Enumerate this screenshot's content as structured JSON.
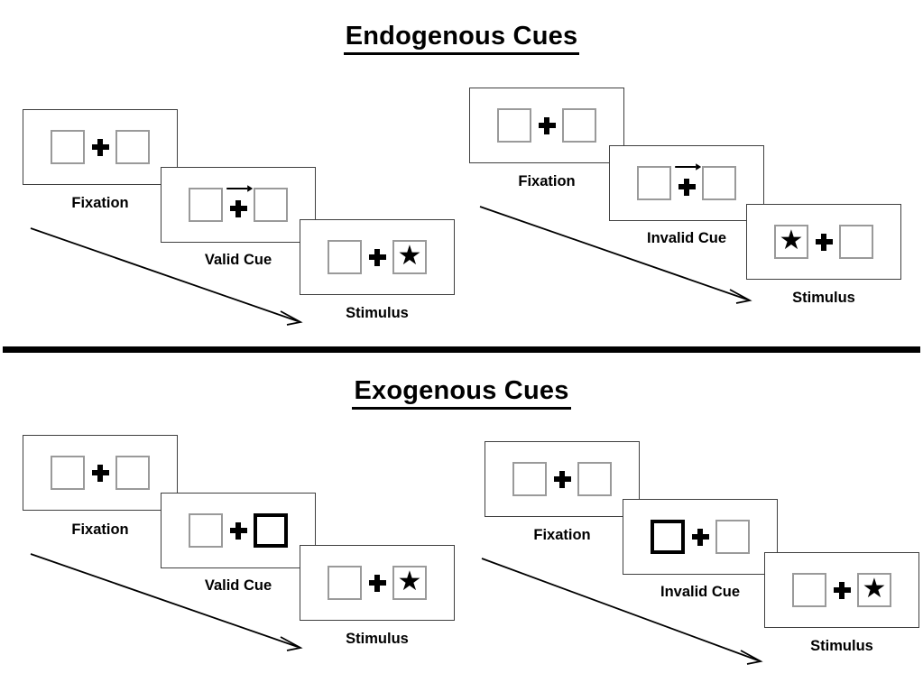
{
  "sections": [
    {
      "id": "endogenous",
      "title": "Endogenous Cues",
      "cue_type": "arrow",
      "sequences": [
        {
          "id": "endogenous-valid",
          "frames": [
            {
              "label": "Fixation",
              "cue": "none",
              "target": "none"
            },
            {
              "label": "Valid Cue",
              "cue": "arrow-right",
              "target": "none"
            },
            {
              "label": "Stimulus",
              "cue": "none",
              "target": "right"
            }
          ]
        },
        {
          "id": "endogenous-invalid",
          "frames": [
            {
              "label": "Fixation",
              "cue": "none",
              "target": "none"
            },
            {
              "label": "Invalid Cue",
              "cue": "arrow-right",
              "target": "none"
            },
            {
              "label": "Stimulus",
              "cue": "none",
              "target": "left"
            }
          ]
        }
      ]
    },
    {
      "id": "exogenous",
      "title": "Exogenous Cues",
      "cue_type": "box-highlight",
      "sequences": [
        {
          "id": "exogenous-valid",
          "frames": [
            {
              "label": "Fixation",
              "cue": "none",
              "target": "none"
            },
            {
              "label": "Valid Cue",
              "cue": "box-right",
              "target": "none"
            },
            {
              "label": "Stimulus",
              "cue": "none",
              "target": "right"
            }
          ]
        },
        {
          "id": "exogenous-invalid",
          "frames": [
            {
              "label": "Fixation",
              "cue": "none",
              "target": "none"
            },
            {
              "label": "Invalid Cue",
              "cue": "box-left",
              "target": "none"
            },
            {
              "label": "Stimulus",
              "cue": "none",
              "target": "right"
            }
          ]
        }
      ]
    }
  ],
  "symbols": {
    "star": "★",
    "fixation_cross": "plus-sign",
    "cue_arrow": "arrow-right-icon"
  },
  "colors": {
    "ink": "#000000",
    "panel_border": "#3f3f3f",
    "box_border": "#9a9a9a",
    "cued_box_border": "#000000",
    "background": "#ffffff"
  }
}
